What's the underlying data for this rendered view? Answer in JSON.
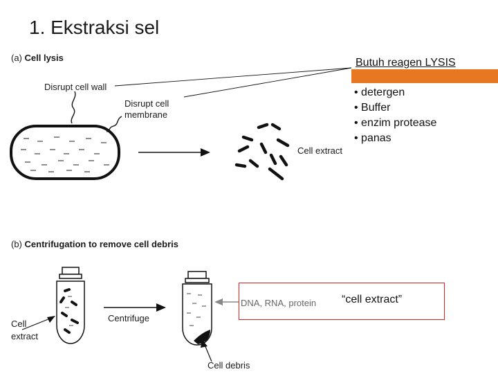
{
  "slide": {
    "title": "1. Ekstraksi sel"
  },
  "panel_a": {
    "heading_letter": "(a)",
    "heading": "Cell lysis",
    "disrupt_wall": "Disrupt cell wall",
    "disrupt_membrane_1": "Disrupt cell",
    "disrupt_membrane_2": "membrane",
    "cell_extract": "Cell extract"
  },
  "panel_b": {
    "heading_letter": "(b)",
    "heading": "Centrifugation to remove cell debris",
    "centrifuge": "Centrifuge",
    "cell_extract_1": "Cell",
    "cell_extract_2": "extract",
    "cell_debris": "Cell debris",
    "contents": "DNA, RNA, protein"
  },
  "annotation": {
    "heading": "Butuh reagen LYSIS",
    "items": [
      "• detergen",
      "• Buffer",
      "• enzim protease",
      "• panas"
    ],
    "quote": "“cell extract”"
  },
  "colors": {
    "accent_bar": "#e87722",
    "highlight_box": "#d81e1e"
  }
}
